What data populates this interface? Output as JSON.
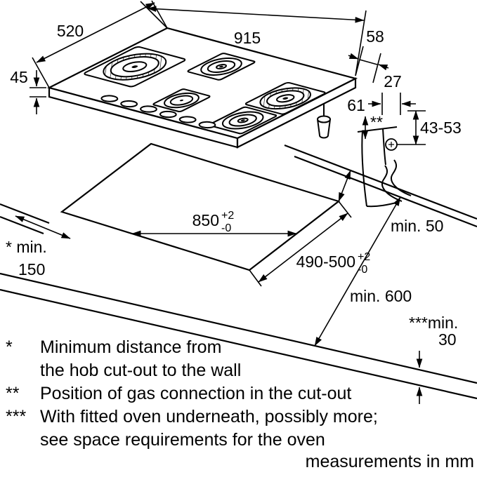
{
  "drawing": {
    "hob": {
      "width_label": "915",
      "depth_label": "520",
      "height_label": "45",
      "edge_offset_label": "58"
    },
    "gas_connection": {
      "offset_x_label": "27",
      "offset_y_label": "61",
      "marker": "**",
      "depth_range_label": "43-53"
    },
    "cutout": {
      "width_base": "850",
      "width_sup": "+2",
      "width_sub": "-0",
      "depth_base": "490-500",
      "depth_sup": "+2",
      "depth_sub": "-0"
    },
    "clearances": {
      "back_wall": "min. 50",
      "side_wall_line1": "* min.",
      "side_wall_line2": "150",
      "worktop_depth": "min. 600",
      "front_line1": "***min.",
      "front_line2": "30"
    }
  },
  "footnotes": [
    {
      "marker": "*",
      "lines": [
        "Minimum distance from",
        "the hob cut-out to the wall"
      ]
    },
    {
      "marker": "**",
      "lines": [
        "Position of gas connection in the cut-out"
      ]
    },
    {
      "marker": "***",
      "lines": [
        "With fitted oven underneath, possibly more;",
        "see space requirements for the oven"
      ]
    }
  ],
  "units_note": "measurements in mm",
  "colors": {
    "line": "#000000",
    "background": "#ffffff"
  }
}
